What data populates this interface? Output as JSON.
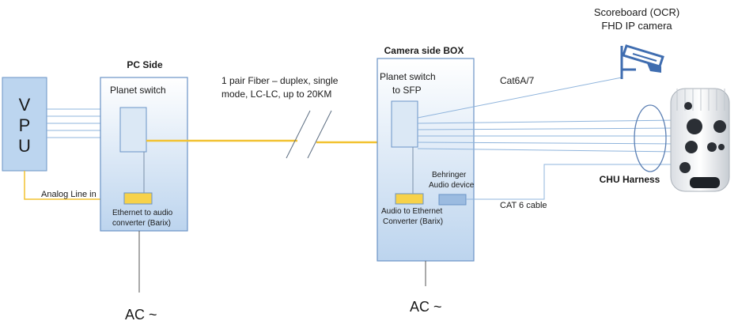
{
  "nodes": {
    "vpu": {
      "letters": [
        "V",
        "P",
        "U"
      ]
    },
    "pc_side": {
      "title": "PC Side",
      "switch_label": "Planet switch",
      "converter_label_line1": "Ethernet to audio",
      "converter_label_line2": "converter (Barix)"
    },
    "camera_box": {
      "title": "Camera  side BOX",
      "switch_label_line1": "Planet switch",
      "switch_label_line2": "to SFP",
      "audio_label_line1": "Behringer",
      "audio_label_line2": "Audio device",
      "converter_label_line1": "Audio to Ethernet",
      "converter_label_line2": "Converter (Barix)"
    },
    "scoreboard_camera": {
      "label_line1": "Scoreboard (OCR)",
      "label_line2": "FHD IP camera"
    },
    "chu": {
      "label": "CHU Harness"
    }
  },
  "edges": {
    "fiber": {
      "label_line1": "1 pair Fiber – duplex, single",
      "label_line2": "mode, LC-LC, up to 20KM"
    },
    "analog": {
      "label": "Analog Line in"
    },
    "cat6a": {
      "label": "Cat6A/7"
    },
    "cat6": {
      "label": "CAT 6 cable"
    },
    "ac_pc": {
      "label": "AC ~"
    },
    "ac_cam": {
      "label": "AC ~"
    }
  },
  "colors": {
    "thin_line": "#8fb4dc",
    "fiber_line": "#f2c230",
    "box_border": "#6a93c6",
    "component_fill": "#dbe8f5",
    "converter_fill": "#f7d24a",
    "vpu_fill": "#bcd5ef"
  }
}
